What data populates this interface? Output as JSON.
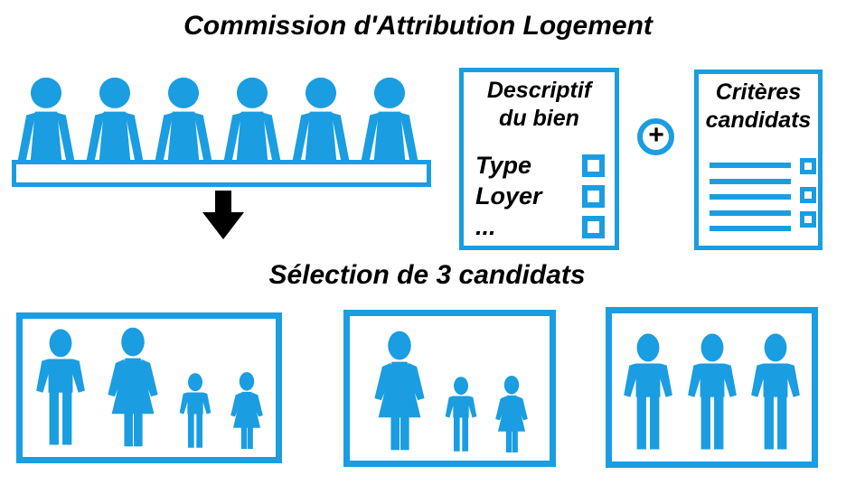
{
  "title": "Commission d'Attribution Logement",
  "subtitle": "Sélection de 3 candidats",
  "colors": {
    "accent": "#1A9DE1",
    "ink": "#000000"
  },
  "icons": {
    "committee_member": "person-silhouette-at-table",
    "down_arrow": "filled-down-arrow",
    "plus_circle": "plus-in-circle",
    "checkbox": "empty-checkbox",
    "list_line": "text-line"
  },
  "commission": {
    "member_count": 6
  },
  "property_card": {
    "title_line1": "Descriptif",
    "title_line2": "du bien",
    "items": [
      "Type",
      "Loyer",
      "..."
    ]
  },
  "plus_sign": "+",
  "criteria_card": {
    "title_line1": "Critères",
    "title_line2": "candidats",
    "line_count": 5,
    "checkbox_count": 3
  },
  "candidates": [
    {
      "members": [
        "man",
        "woman",
        "boy",
        "girl"
      ]
    },
    {
      "members": [
        "woman",
        "boy",
        "girl"
      ]
    },
    {
      "members": [
        "man",
        "man",
        "man"
      ]
    }
  ]
}
